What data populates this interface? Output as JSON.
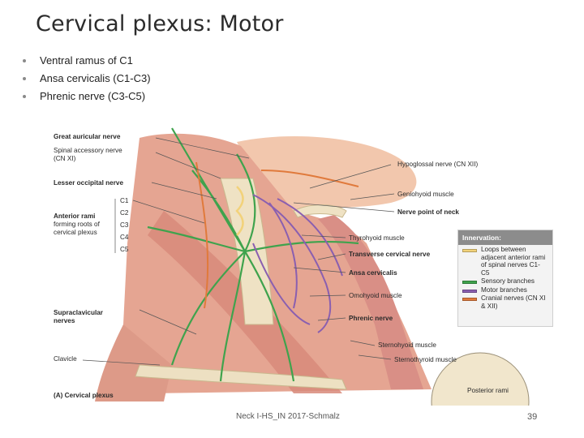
{
  "slide": {
    "title": "Cervical plexus: Motor",
    "bullets": [
      "Ventral ramus of C1",
      "Ansa cervicalis (C1-C3)",
      "Phrenic nerve (C3-C5)"
    ]
  },
  "figure": {
    "left_labels": {
      "great_auricular": "Great auricular nerve",
      "spinal_accessory": "Spinal accessory nerve",
      "spinal_accessory_sub": "(CN XI)",
      "lesser_occipital": "Lesser occipital nerve",
      "anterior_rami": [
        "Anterior rami",
        "forming roots of",
        "cervical plexus"
      ],
      "levels": [
        "C1",
        "C2",
        "C3",
        "C4",
        "C5"
      ],
      "supraclavicular": [
        "Supraclavicular",
        "nerves"
      ],
      "clavicle": "Clavicle",
      "caption": "(A) Cervical plexus"
    },
    "right_labels": {
      "hypoglossal": "Hypoglossal nerve (CN XII)",
      "geniohyoid": "Geniohyoid muscle",
      "nerve_point": "Nerve point of neck",
      "thyrohyoid": "Thyrohyoid muscle",
      "transverse_cervical": "Transverse cervical nerve",
      "ansa_cervicalis": "Ansa cervicalis",
      "omohyoid": "Omohyoid muscle",
      "phrenic": "Phrenic nerve",
      "sternohyoid": "Sternohyoid muscle",
      "sternothyroid": "Sternothyroid muscle",
      "posterior_rami": "Posterior rami"
    },
    "legend": {
      "title": "Innervation:",
      "items": [
        {
          "text": "Loops between adjacent anterior rami of spinal nerves C1-C5",
          "color": "#f2d27a"
        },
        {
          "text": "Sensory branches",
          "color": "#3fa34d"
        },
        {
          "text": "Motor branches",
          "color": "#8a5fb0"
        },
        {
          "text": "Cranial nerves (CN XI & XII)",
          "color": "#e07a3c"
        }
      ]
    }
  },
  "footer": {
    "source": "Neck I-HS_IN 2017-Schmalz",
    "page": "39"
  }
}
